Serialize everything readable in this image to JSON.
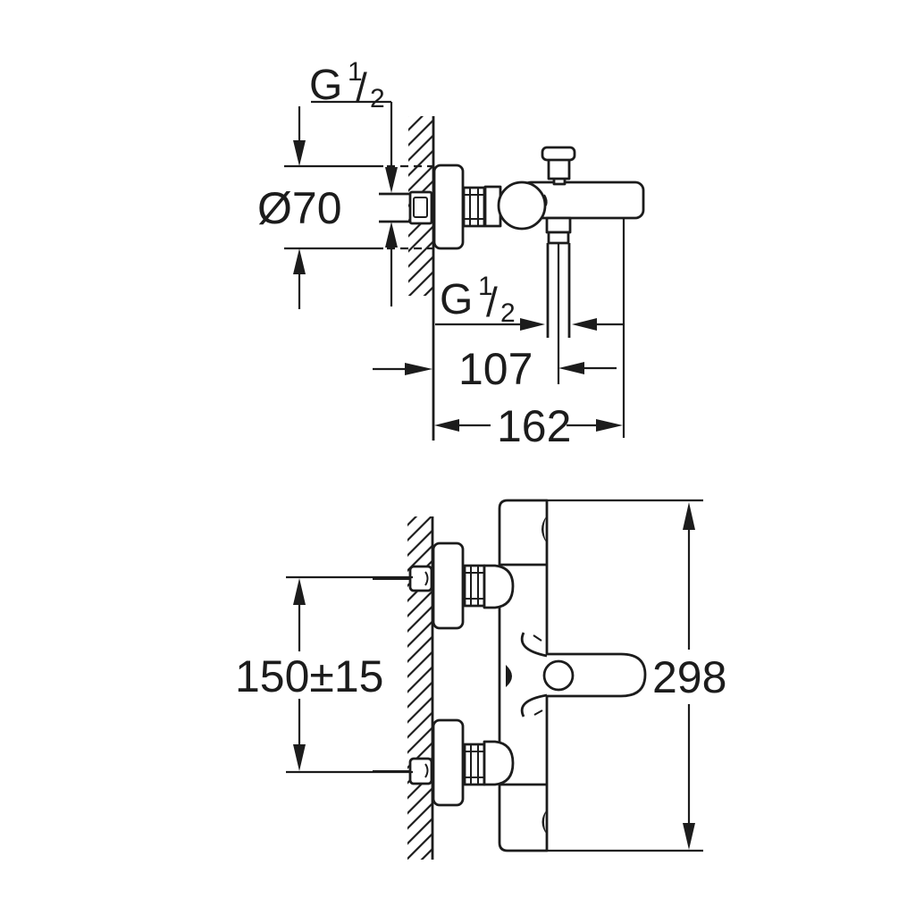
{
  "drawing": {
    "background_color": "#ffffff",
    "line_color": "#1c1c1c",
    "thread_label": {
      "letter": "G",
      "numerator": "1",
      "slash": "/",
      "denominator": "2"
    },
    "side_view": {
      "diameter_label": "Ø70",
      "dim_hose_offset": "107",
      "dim_total_depth": "162"
    },
    "front_view": {
      "dim_bolt_spacing": "150±15",
      "dim_total_width": "298"
    }
  }
}
